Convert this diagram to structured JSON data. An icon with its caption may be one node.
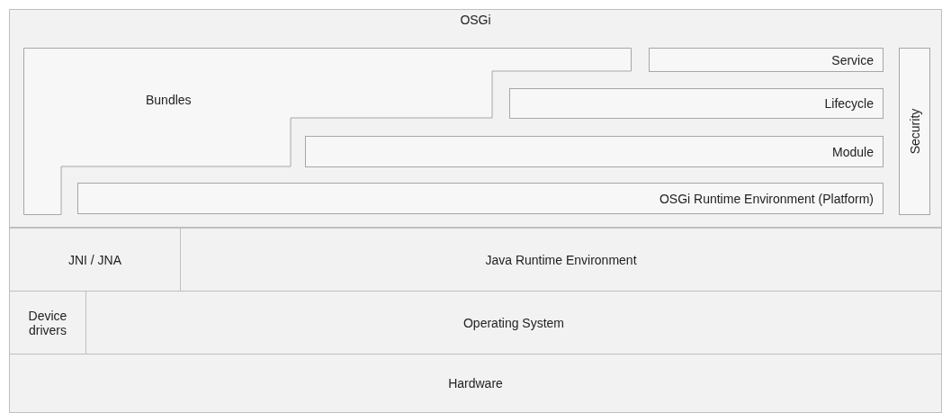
{
  "diagram": {
    "nodes": [
      {
        "text": [
          "OSGi"
        ]
      },
      {
        "text": [
          "Bundles"
        ],
        "in": 0
      },
      {
        "text": [
          "Service"
        ],
        "in": 0
      },
      {
        "text": [
          "Lifecycle"
        ],
        "in": 0
      },
      {
        "text": [
          "Module"
        ],
        "in": 0
      },
      {
        "text": [
          "OSGi Runtime Environment (Platform)"
        ],
        "in": 0
      },
      {
        "text": [
          "Security"
        ],
        "in": 0
      },
      {
        "text": [
          "JNI / JNA"
        ]
      },
      {
        "text": [
          "Java Runtime Environment"
        ]
      },
      {
        "text": [
          "Device drivers"
        ]
      },
      {
        "text": [
          "Operating System"
        ]
      },
      {
        "text": [
          "Hardware"
        ]
      }
    ]
  }
}
